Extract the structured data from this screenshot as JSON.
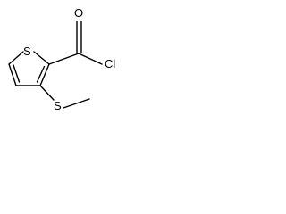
{
  "structure": {
    "atoms": {
      "ring_sulfur": "S",
      "thioether_sulfur": "S",
      "carbonyl_oxygen": "O",
      "chlorine": "Cl"
    },
    "line_color": "#000000",
    "background_color": "#ffffff"
  }
}
